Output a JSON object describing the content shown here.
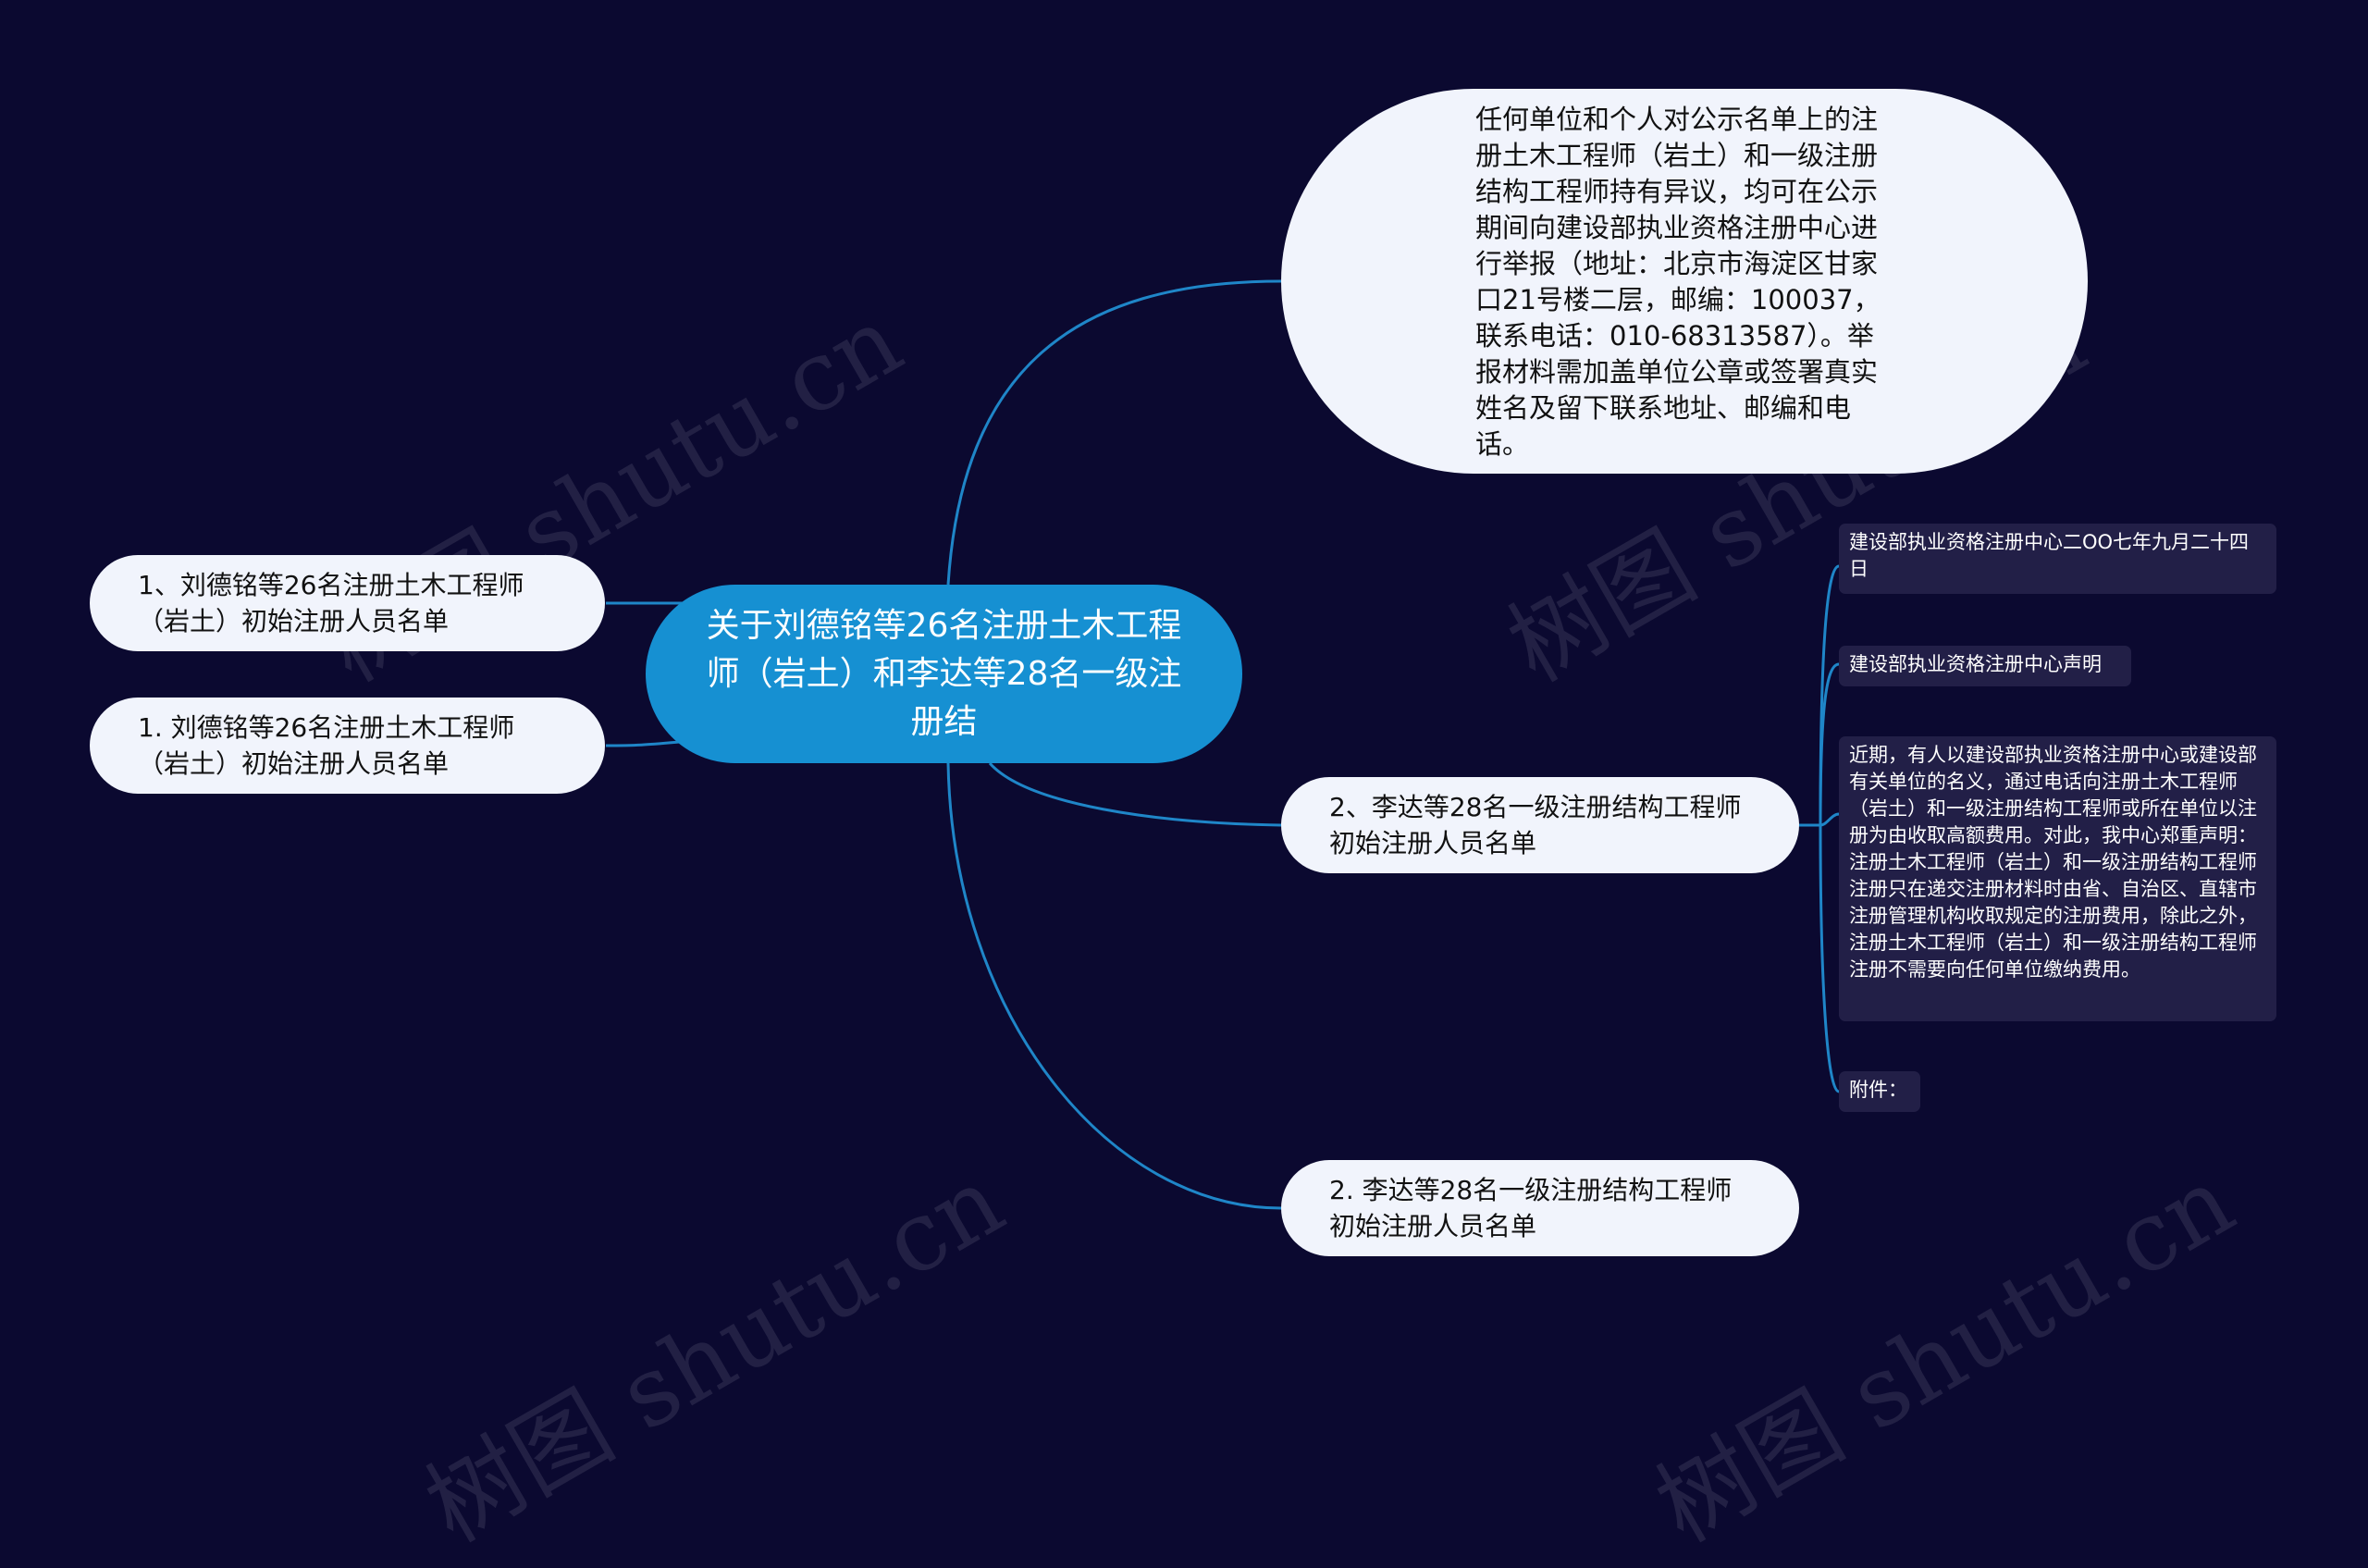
{
  "root": {
    "text": "关于刘德铭等26名注册土木工程师（岩土）和李达等28名一级注册结"
  },
  "left_nodes": [
    {
      "text": "1、刘德铭等26名注册土木工程师（岩土）初始注册人员名单"
    },
    {
      "text": "1. 刘德铭等26名注册土木工程师（岩土）初始注册人员名单"
    }
  ],
  "right_nodes": {
    "notice": {
      "text": "任何单位和个人对公示名单上的注册土木工程师（岩土）和一级注册结构工程师持有异议，均可在公示期间向建设部执业资格注册中心进行举报（地址：北京市海淀区甘家口21号楼二层，邮编：100037，联系电话：010-68313587）。举报材料需加盖单位公章或签署真实姓名及留下联系地址、邮编和电话。"
    },
    "list2a": {
      "text": "2、李达等28名一级注册结构工程师初始注册人员名单"
    },
    "list2b": {
      "text": "2. 李达等28名一级注册结构工程师初始注册人员名单"
    }
  },
  "sub_nodes": [
    {
      "text": "建设部执业资格注册中心二OO七年九月二十四日"
    },
    {
      "text": "建设部执业资格注册中心声明"
    },
    {
      "text": "近期，有人以建设部执业资格注册中心或建设部有关单位的名义，通过电话向注册土木工程师（岩土）和一级注册结构工程师或所在单位以注册为由收取高额费用。对此，我中心郑重声明：注册土木工程师（岩土）和一级注册结构工程师注册只在递交注册材料时由省、自治区、直辖市注册管理机构收取规定的注册费用，除此之外，注册土木工程师（岩土）和一级注册结构工程师注册不需要向任何单位缴纳费用。"
    },
    {
      "text": "附件："
    }
  ],
  "watermark": {
    "text": "树图 shutu.cn"
  },
  "colors": {
    "background": "#0b0930",
    "root": "#1690d2",
    "pill": "#f1f4fc",
    "sub": "#221f47",
    "edge": "#1f86c8"
  }
}
